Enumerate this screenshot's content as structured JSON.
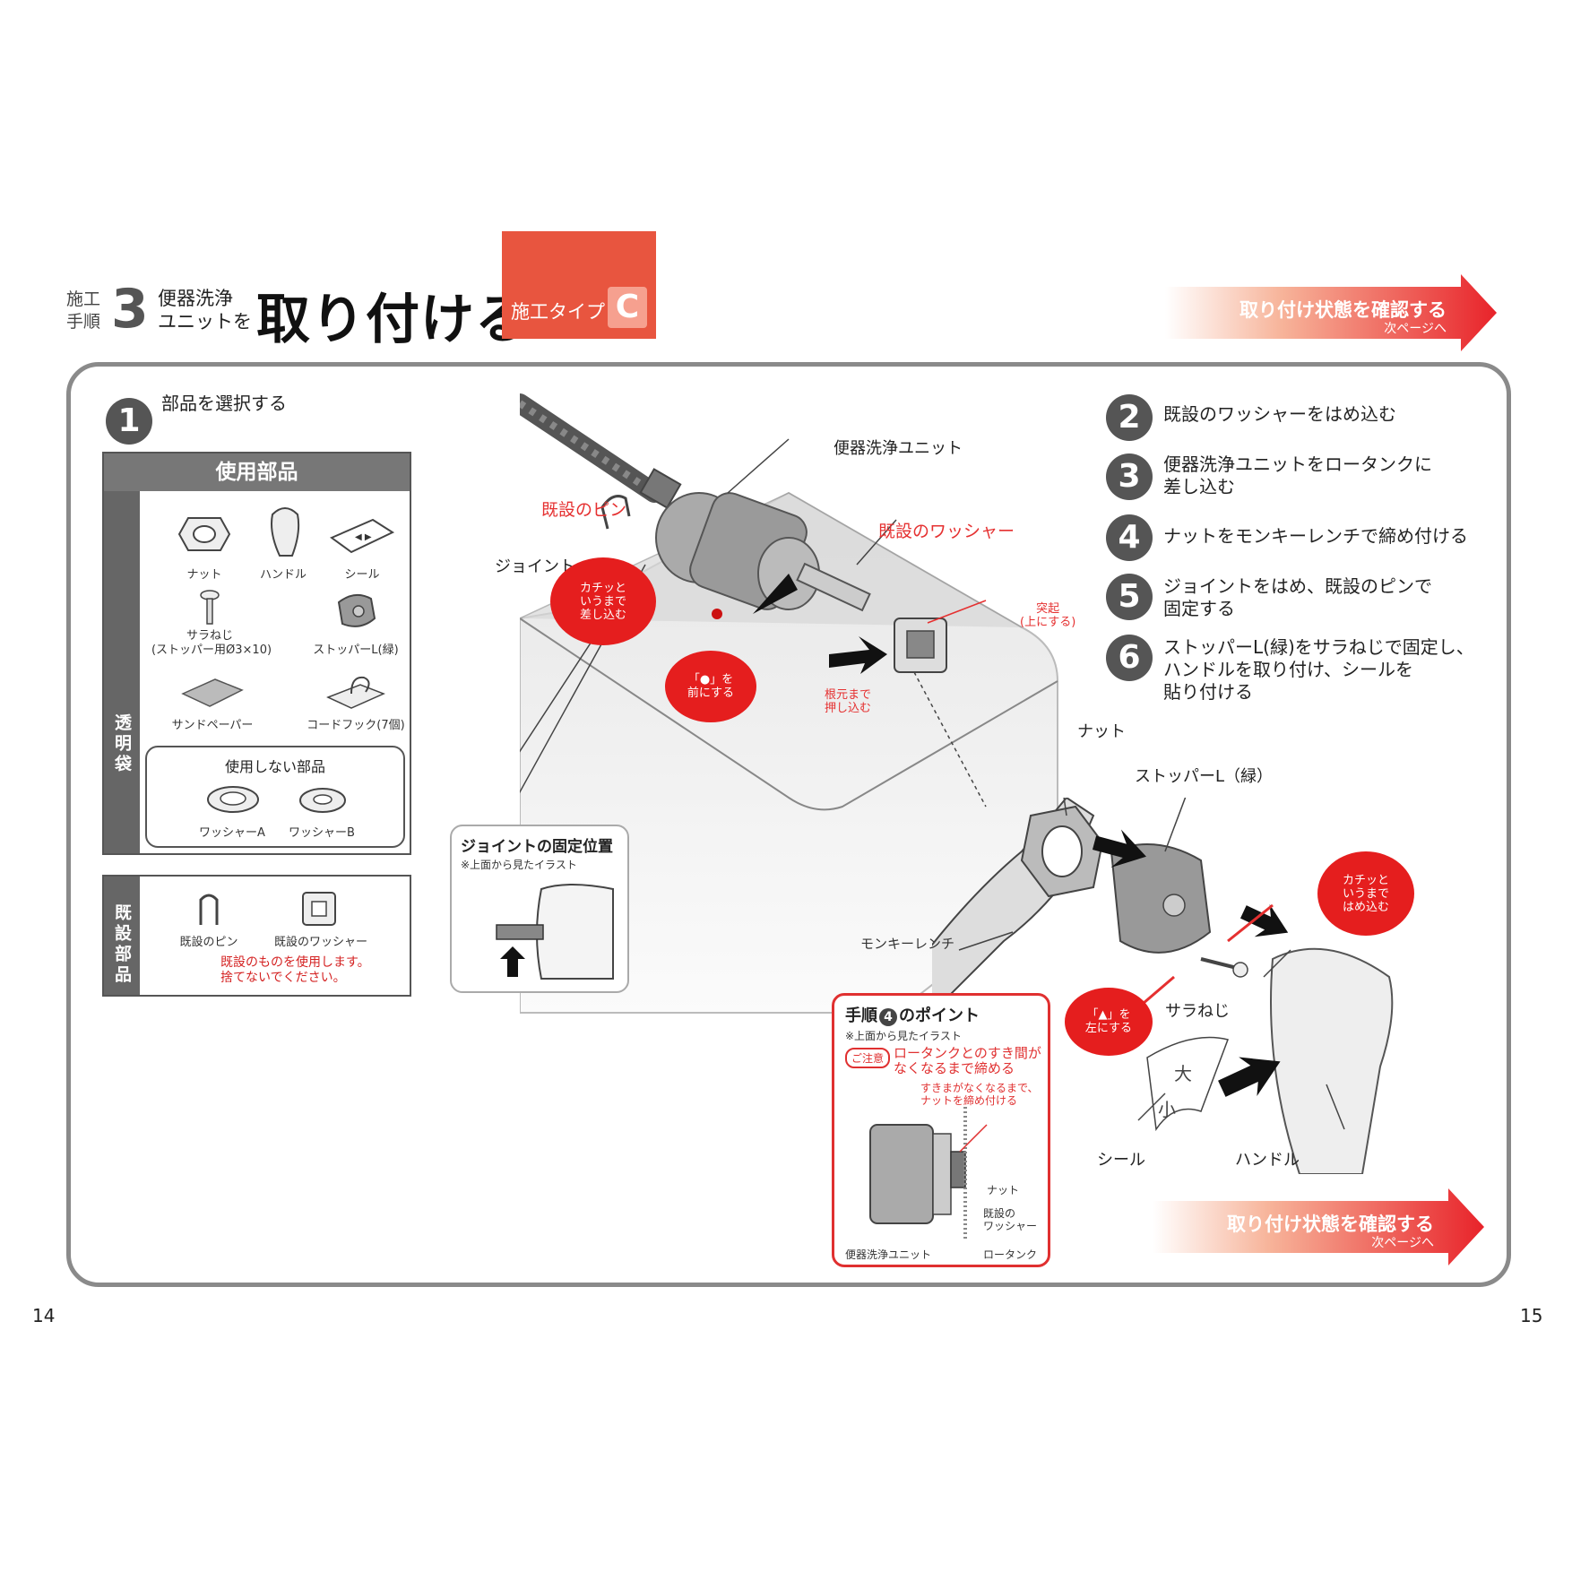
{
  "header": {
    "label_top": "施工",
    "label_bottom": "手順",
    "step_number": "3",
    "sub_top": "便器洗浄",
    "sub_bottom": "ユニットを",
    "title": "取り付ける",
    "type_label": "施工タイプ",
    "type_letter": "C",
    "arrow_title": "取り付け状態を確認する",
    "arrow_sub": "次ページへ"
  },
  "step1": {
    "number": "1",
    "text": "部品を選択する"
  },
  "parts": {
    "title": "使用部品",
    "bag_label": "透明袋",
    "items": [
      "ナット",
      "ハンドル",
      "シール",
      "サラねじ",
      "(ストッパー用Ø3×10)",
      "ストッパーL(緑)",
      "サンドペーパー",
      "コードフック(7個)"
    ],
    "unused_title": "使用しない部品",
    "unused_items": [
      "ワッシャーA",
      "ワッシャーB"
    ],
    "existing_label": "既設部品",
    "existing_items": [
      "既設のピン",
      "既設のワッシャー"
    ],
    "existing_note_1": "既設のものを使用します。",
    "existing_note_2": "捨てないでください。"
  },
  "steps": [
    {
      "number": "2",
      "line1": "既設のワッシャーをはめ込む",
      "line2": ""
    },
    {
      "number": "3",
      "line1": "便器洗浄ユニットをロータンクに",
      "line2": "差し込む"
    },
    {
      "number": "4",
      "line1": "ナットをモンキーレンチで締め付ける",
      "line2": ""
    },
    {
      "number": "5",
      "line1": "ジョイントをはめ、既設のピンで",
      "line2": "固定する"
    },
    {
      "number": "6",
      "line1": "ストッパーL(緑)をサラねじで固定し、",
      "line2": "ハンドルを取り付け、シールを",
      "line3": "貼り付ける"
    }
  ],
  "illustration": {
    "unit": "便器洗浄ユニット",
    "pin": "既設のピン",
    "washer": "既設のワッシャー",
    "joint": "ジョイント",
    "click_in": "カチッと\nいうまで\n差し込む",
    "dot_front": "「●」を\n前にする",
    "push_base": "根元まで\n押し込む",
    "protrusion": "突起\n(上にする)",
    "nut": "ナット",
    "stopper": "ストッパーL（緑）",
    "wrench": "モンキーレンチ",
    "snap": "カチッと\nいうまで\nはめ込む",
    "triangle_left": "「▲」を\n左にする",
    "screw": "サラねじ",
    "seal": "シール",
    "handle": "ハンドル",
    "seal_big": "大",
    "seal_small": "小"
  },
  "joint_inset": {
    "title": "ジョイントの固定位置",
    "note": "※上面から見たイラスト"
  },
  "point_inset": {
    "title_pre": "手順",
    "title_num": "4",
    "title_post": "のポイント",
    "note": "※上面から見たイラスト",
    "caution_badge": "ご注意",
    "caution_1": "ロータンクとのすき間が",
    "caution_2": "なくなるまで締める",
    "tip_1": "すきまがなくなるまで、",
    "tip_2": "ナットを締め付ける",
    "nut": "ナット",
    "washer_1": "既設の",
    "washer_2": "ワッシャー",
    "unit": "便器洗浄ユニット",
    "tank": "ロータンク"
  },
  "footer_arrow": {
    "title": "取り付け状態を確認する",
    "sub": "次ページへ"
  },
  "page_left": "14",
  "page_right": "15",
  "colors": {
    "accent": "#e8553f",
    "red": "#e51e1e",
    "gray": "#777777"
  }
}
